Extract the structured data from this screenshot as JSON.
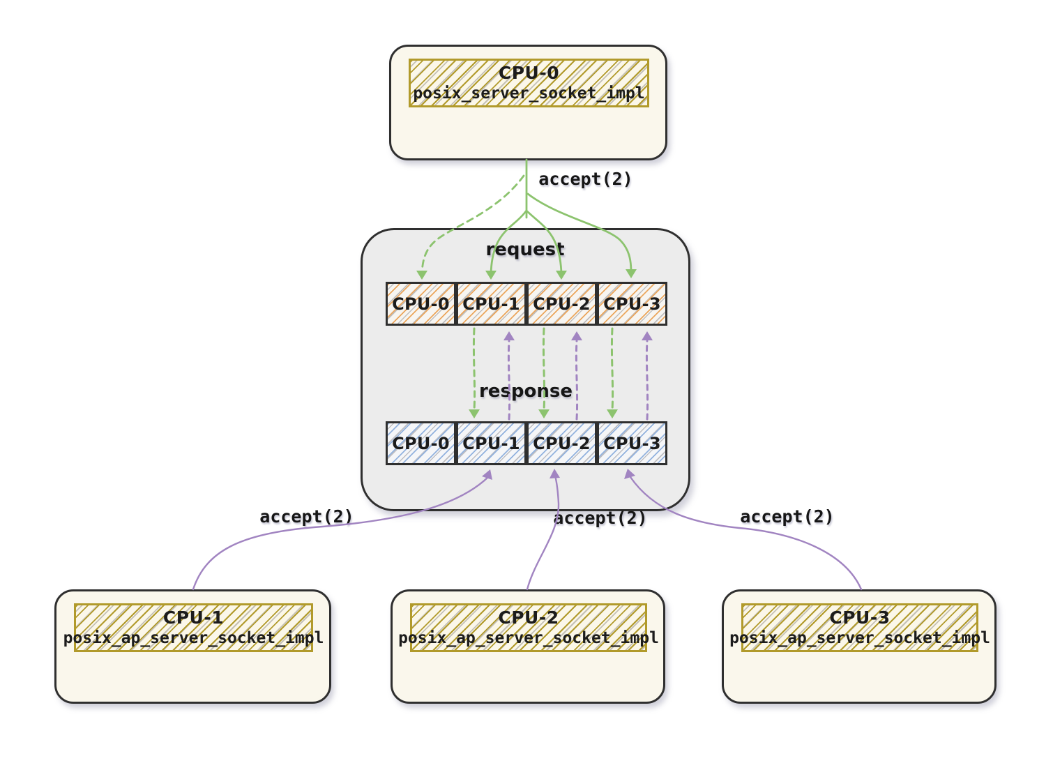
{
  "diagram": {
    "top_node": {
      "title": "CPU-0",
      "subtitle": "posix_server_socket_impl"
    },
    "scheduler": {
      "request_label": "request",
      "response_label": "response",
      "request_queue": {
        "cells": [
          "CPU-0",
          "CPU-1",
          "CPU-2",
          "CPU-3"
        ]
      },
      "response_queue": {
        "cells": [
          "CPU-0",
          "CPU-1",
          "CPU-2",
          "CPU-3"
        ]
      }
    },
    "edge_labels": {
      "accept_top": "accept(2)",
      "accept_cpu1": "accept(2)",
      "accept_cpu2": "accept(2)",
      "accept_cpu3": "accept(2)"
    },
    "bottom_nodes": [
      {
        "title": "CPU-1",
        "subtitle": "posix_ap_server_socket_impl"
      },
      {
        "title": "CPU-2",
        "subtitle": "posix_ap_server_socket_impl"
      },
      {
        "title": "CPU-3",
        "subtitle": "posix_ap_server_socket_impl"
      }
    ],
    "colors": {
      "green": "#8cc36e",
      "purple": "#a184c1",
      "border": "#2f2f2f",
      "node_fill": "#faf7ec",
      "container_fill": "#ececec",
      "header_border": "#b19a2b",
      "orange_hatch": "#eba65c",
      "blue_hatch": "#92b2de"
    }
  }
}
